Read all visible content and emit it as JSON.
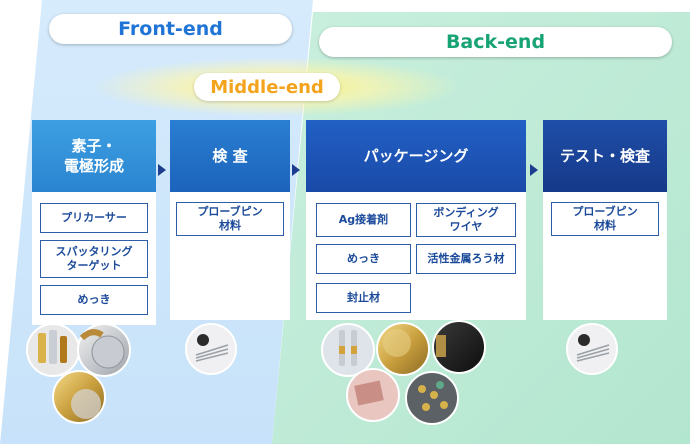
{
  "stages": {
    "front_end": "Front-end",
    "middle_end": "Middle-end",
    "back_end": "Back-end"
  },
  "columns": [
    {
      "title": "素子・\n電極形成",
      "items": [
        "プリカーサー",
        "スパッタリング\nターゲット",
        "めっき"
      ]
    },
    {
      "title": "検 査",
      "items": [
        "プローブピン\n材料"
      ]
    },
    {
      "title": "パッケージング",
      "items": [
        "Ag接着剤",
        "ボンディング\nワイヤ",
        "めっき",
        "活性金属ろう材",
        "封止材"
      ]
    },
    {
      "title": "テスト・検査",
      "items": [
        "プローブピン\n材料"
      ]
    }
  ],
  "colors": {
    "front_bg": "#cfe6fb",
    "back_bg": "#c5ecdb",
    "col1_head": "#2f8fd8",
    "col2_head": "#1f6ec6",
    "col3_head": "#1f55b7",
    "col4_head": "#183f98",
    "chip_border": "#2e5da8",
    "front_text": "#1f74d6",
    "back_text": "#18a374",
    "middle_text": "#f3a31c"
  }
}
